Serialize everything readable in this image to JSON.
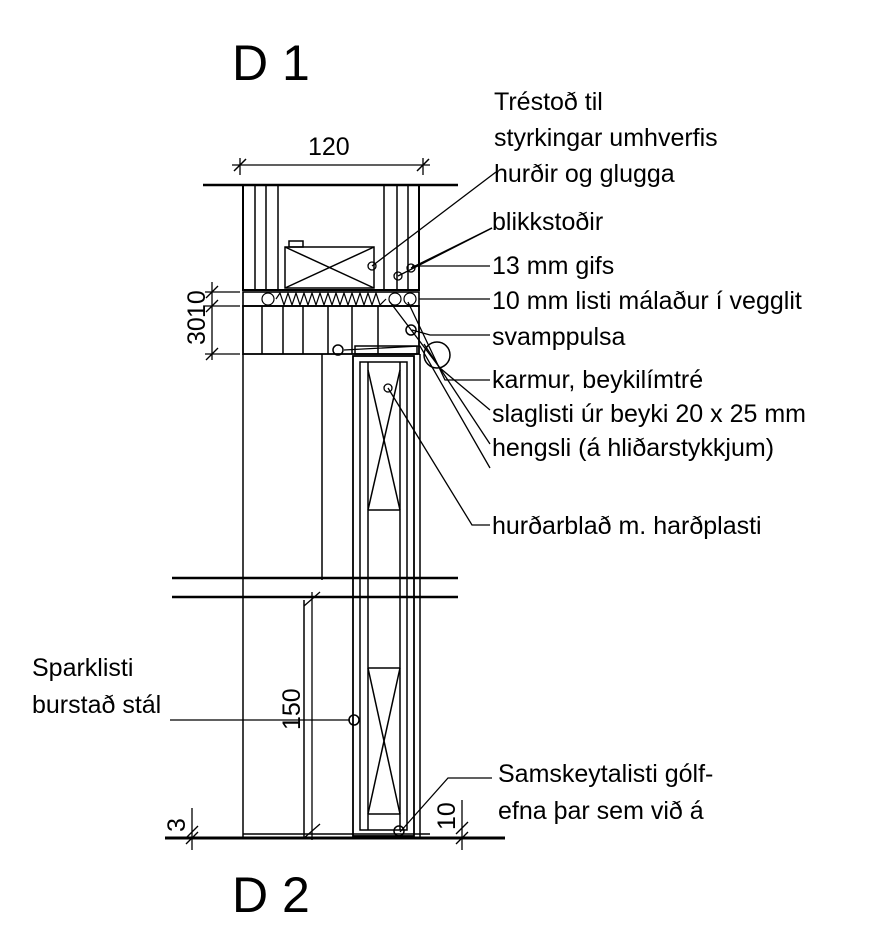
{
  "headings": {
    "top": "D 1",
    "bottom": "D 2"
  },
  "dimensions": {
    "width_top": "120",
    "frame_30": "30",
    "frame_10": "10",
    "plinth_150": "150",
    "floor_3": "3",
    "threshold_10": "10"
  },
  "labels": {
    "trestod_1": "Tréstoð til",
    "trestod_2": "styrkingar umhverfis",
    "trestod_3": "hurðir og glugga",
    "blikkstodir": "blikkstoðir",
    "gifs": "13 mm gifs",
    "listi": "10 mm listi málaður í vegglit",
    "svamppulsa": "svamppulsa",
    "karmur": "karmur, beykilímtré",
    "slaglisti": "slaglisti úr beyki 20 x 25 mm",
    "hengsli": "hengsli (á hliðarstykkjum)",
    "hurdarblad": "hurðarblað m. harðplasti",
    "sparklisti_1": "Sparklisti",
    "sparklisti_2": "burstað stál",
    "samskeyta_1": "Samskeytalisti gólf-",
    "samskeyta_2": "efna þar sem við á"
  }
}
